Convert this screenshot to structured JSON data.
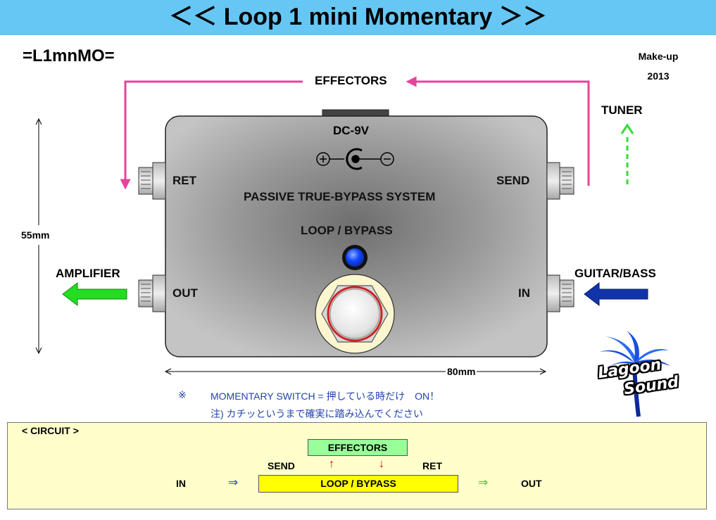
{
  "header": {
    "title": "＜＜ Loop 1 mini Momentary ＞＞"
  },
  "model_code": "=L1mnMO=",
  "makeup": {
    "line1": "Make-up",
    "line2": "2013"
  },
  "diagram": {
    "effectors": "EFFECTORS",
    "tuner": "TUNER",
    "amplifier": "AMPLIFIER",
    "guitar_bass": "GUITAR/BASS",
    "dc": "DC-9V",
    "system": "PASSIVE TRUE-BYPASS SYSTEM",
    "loop_bypass": "LOOP / BYPASS",
    "ret": "RET",
    "send": "SEND",
    "out": "OUT",
    "in": "IN",
    "dim_height": "55mm",
    "dim_width": "80mm",
    "colors": {
      "send_return_line": "#e8439a",
      "tuner_arrow": "#33dd33",
      "amp_arrow": "#22dd22",
      "guitar_arrow": "#1133aa",
      "led": "#1144ff",
      "ring": "#cc2222"
    }
  },
  "notes": {
    "mark": "※",
    "line1": "MOMENTARY SWITCH = 押している時だけ　ON！",
    "line2": "注) カチッというまで確実に踏み込んでください"
  },
  "logo": {
    "word1": "Lagoon",
    "word2": "Sound"
  },
  "circuit": {
    "title": "< CIRCUIT >",
    "effectors": "EFFECTORS",
    "send": "SEND",
    "ret": "RET",
    "in": "IN",
    "loop_bypass": "LOOP / BYPASS",
    "out": "OUT",
    "arrow_up": "↑",
    "arrow_down": "↓",
    "arrow_in": "⇒",
    "arrow_out": "⇒"
  }
}
